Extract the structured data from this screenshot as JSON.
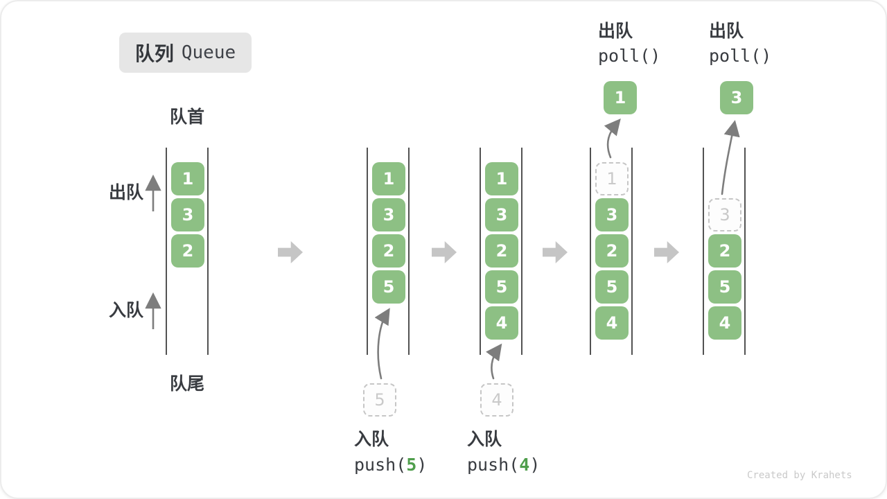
{
  "title": {
    "zh": "队列",
    "en": "Queue"
  },
  "labels": {
    "front": "队首",
    "rear": "队尾",
    "dequeue": "出队",
    "enqueue": "入队"
  },
  "colors": {
    "box_green": "#8dc084",
    "arg_green": "#4f9e4c",
    "dashed_gray": "#c6c6c6",
    "block_arrow_gray": "#c5c5c5",
    "thin_arrow_gray": "#7d7d7d",
    "text_dark": "#383b40",
    "badge_bg": "#e6e6e6"
  },
  "states": [
    {
      "cells": [
        "1",
        "3",
        "2"
      ]
    },
    {
      "cells": [
        "1",
        "3",
        "2",
        "5"
      ],
      "pending": "5",
      "op": {
        "label": "入队",
        "fn_pre": "push(",
        "arg": "5",
        "fn_post": ")"
      }
    },
    {
      "cells": [
        "1",
        "3",
        "2",
        "5",
        "4"
      ],
      "pending": "4",
      "op": {
        "label": "入队",
        "fn_pre": "push(",
        "arg": "4",
        "fn_post": ")"
      }
    },
    {
      "cells": [
        "1",
        "3",
        "2",
        "5",
        "4"
      ],
      "popped": "1",
      "op": {
        "label": "出队",
        "fn": "poll()"
      }
    },
    {
      "cells": [
        "3",
        "2",
        "5",
        "4"
      ],
      "popped": "3",
      "op": {
        "label": "出队",
        "fn": "poll()"
      }
    }
  ],
  "watermark": "Created by Krahets"
}
